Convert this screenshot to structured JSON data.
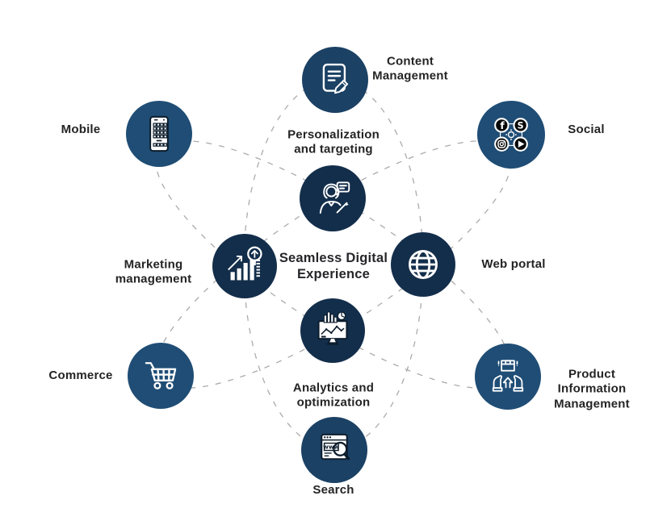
{
  "center_label": "Seamless Digital\nExperience",
  "colors": {
    "outer_node": "#1f4d75",
    "mid_node": "#1b4164",
    "inner_node": "#132e4b",
    "label_text": "#242424",
    "dashed_line": "#ababab",
    "icon_stroke": "#ffffff",
    "icon_dark": "#0c1c2c",
    "background": "#ffffff"
  },
  "glyphs": {
    "facebook_f": "f",
    "skype_s": "S",
    "www": "www"
  },
  "nodes": [
    {
      "id": "content-management",
      "label": "Content\nManagement",
      "icon": "document-edit-icon",
      "tone": "mid"
    },
    {
      "id": "mobile",
      "label": "Mobile",
      "icon": "mobile-phone-icon",
      "tone": "outer"
    },
    {
      "id": "social",
      "label": "Social",
      "icon": "social-networks-icon",
      "tone": "outer"
    },
    {
      "id": "personalization",
      "label": "Personalization\nand targeting",
      "icon": "person-targeting-icon",
      "tone": "inner"
    },
    {
      "id": "marketing-management",
      "label": "Marketing\nmanagement",
      "icon": "growth-chart-icon",
      "tone": "inner"
    },
    {
      "id": "web-portal",
      "label": "Web portal",
      "icon": "globe-icon",
      "tone": "inner"
    },
    {
      "id": "commerce",
      "label": "Commerce",
      "icon": "shopping-cart-icon",
      "tone": "outer"
    },
    {
      "id": "analytics",
      "label": "Analytics and\noptimization",
      "icon": "analytics-monitor-icon",
      "tone": "inner"
    },
    {
      "id": "product-information-management",
      "label": "Product\nInformation\nManagement",
      "icon": "hands-package-icon",
      "tone": "outer"
    },
    {
      "id": "search",
      "label": "Search",
      "icon": "browser-search-icon",
      "tone": "mid"
    }
  ]
}
